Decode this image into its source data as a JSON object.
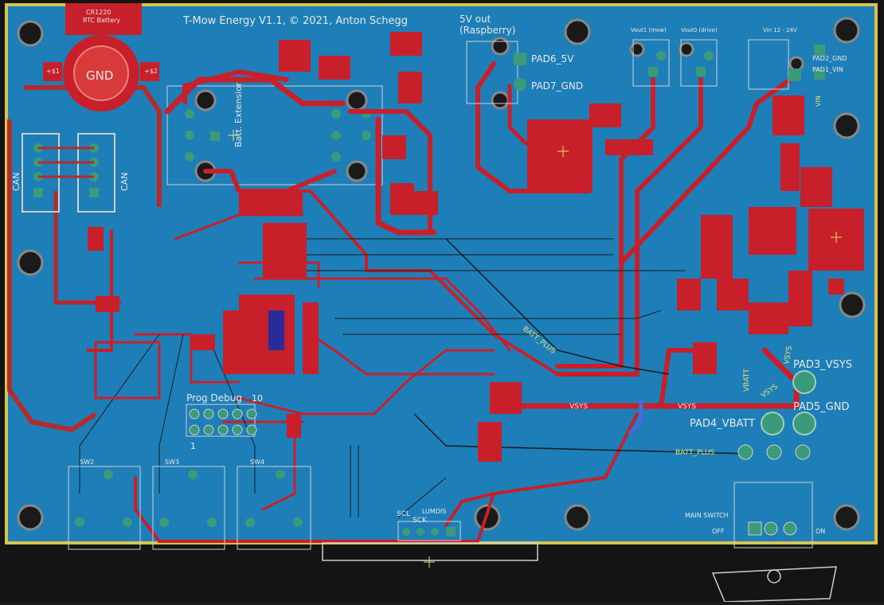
{
  "board": {
    "title": "T-Mow Energy V1.1, © 2021, Anton Schegg",
    "battery_label_line1": "CR1220",
    "battery_label_line2": "RTC Battery",
    "battery_gnd": "GND",
    "battery_pad_left": "+$1",
    "battery_pad_right": "+$2",
    "can_left": "CAN",
    "can_right": "CAN",
    "batt_extension": "Batt. Extension",
    "out_5v_line1": "5V out",
    "out_5v_line2": "(Raspberry)",
    "pad6": "PAD6_5V",
    "pad7": "PAD7_GND",
    "vout1": "Vout1 (mow)",
    "vout0": "Vout0 (drive)",
    "vin": "Vin 12 - 24V",
    "pad2": "PAD2_GND",
    "pad1": "PAD1_VIN",
    "vin_trace": "VIN",
    "pad3": "PAD3_VSYS",
    "pad4": "PAD4_VBATT",
    "pad5": "PAD5_GND",
    "vbatt_trace": "VBATT",
    "vsys_trace_1": "VSYS",
    "vsys_trace_2": "VSYS",
    "vsys_trace_3": "VSYS",
    "vsys_trace_4": "VSYS",
    "batt_plus_1": "BATT_PLUS",
    "batt_plus_2": "BATT_PLUS",
    "prog_label": "Prog Debug",
    "prog_pin1": "1",
    "prog_pin10": "10",
    "sw2": "SW2",
    "sw3": "SW3",
    "sw4": "SW4",
    "i2c_scl": "SCL",
    "i2c_sck": "SCK",
    "i2c_label": "LUMDIS",
    "main_switch": "MAIN SWITCH",
    "switch_off": "OFF",
    "switch_on": "ON"
  },
  "colors": {
    "board": "#1e7fb8",
    "copper": "#c8202a",
    "outline": "#e8d060",
    "pad": "#3a9a7a"
  }
}
